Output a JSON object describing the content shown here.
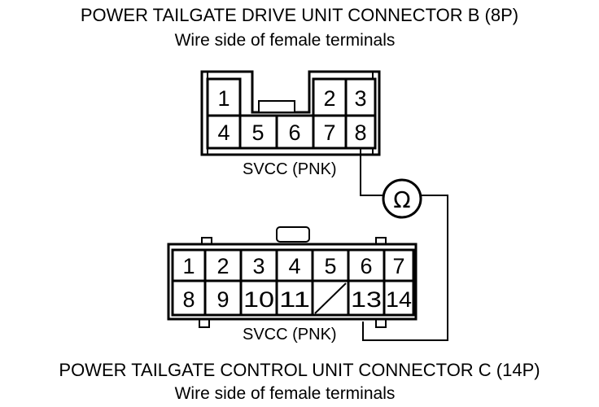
{
  "connector_b": {
    "title": "POWER TAILGATE DRIVE UNIT CONNECTOR B (8P)",
    "subtitle": "Wire side of female terminals",
    "pins_top": [
      "1",
      "",
      "2",
      "3"
    ],
    "pins_bottom": [
      "4",
      "5",
      "6",
      "7",
      "8"
    ],
    "wire_label": "SVCC (PNK)"
  },
  "connector_c": {
    "title": "POWER TAILGATE CONTROL UNIT CONNECTOR C (14P)",
    "subtitle": "Wire side of female terminals",
    "pins_top": [
      "1",
      "2",
      "3",
      "4",
      "5",
      "6",
      "7"
    ],
    "pins_bottom": [
      "8",
      "9",
      "10",
      "11",
      "",
      "13",
      "14"
    ],
    "wire_label": "SVCC (PNK)"
  },
  "meter": {
    "symbol": "Ω",
    "icon": "ohmmeter-icon"
  }
}
